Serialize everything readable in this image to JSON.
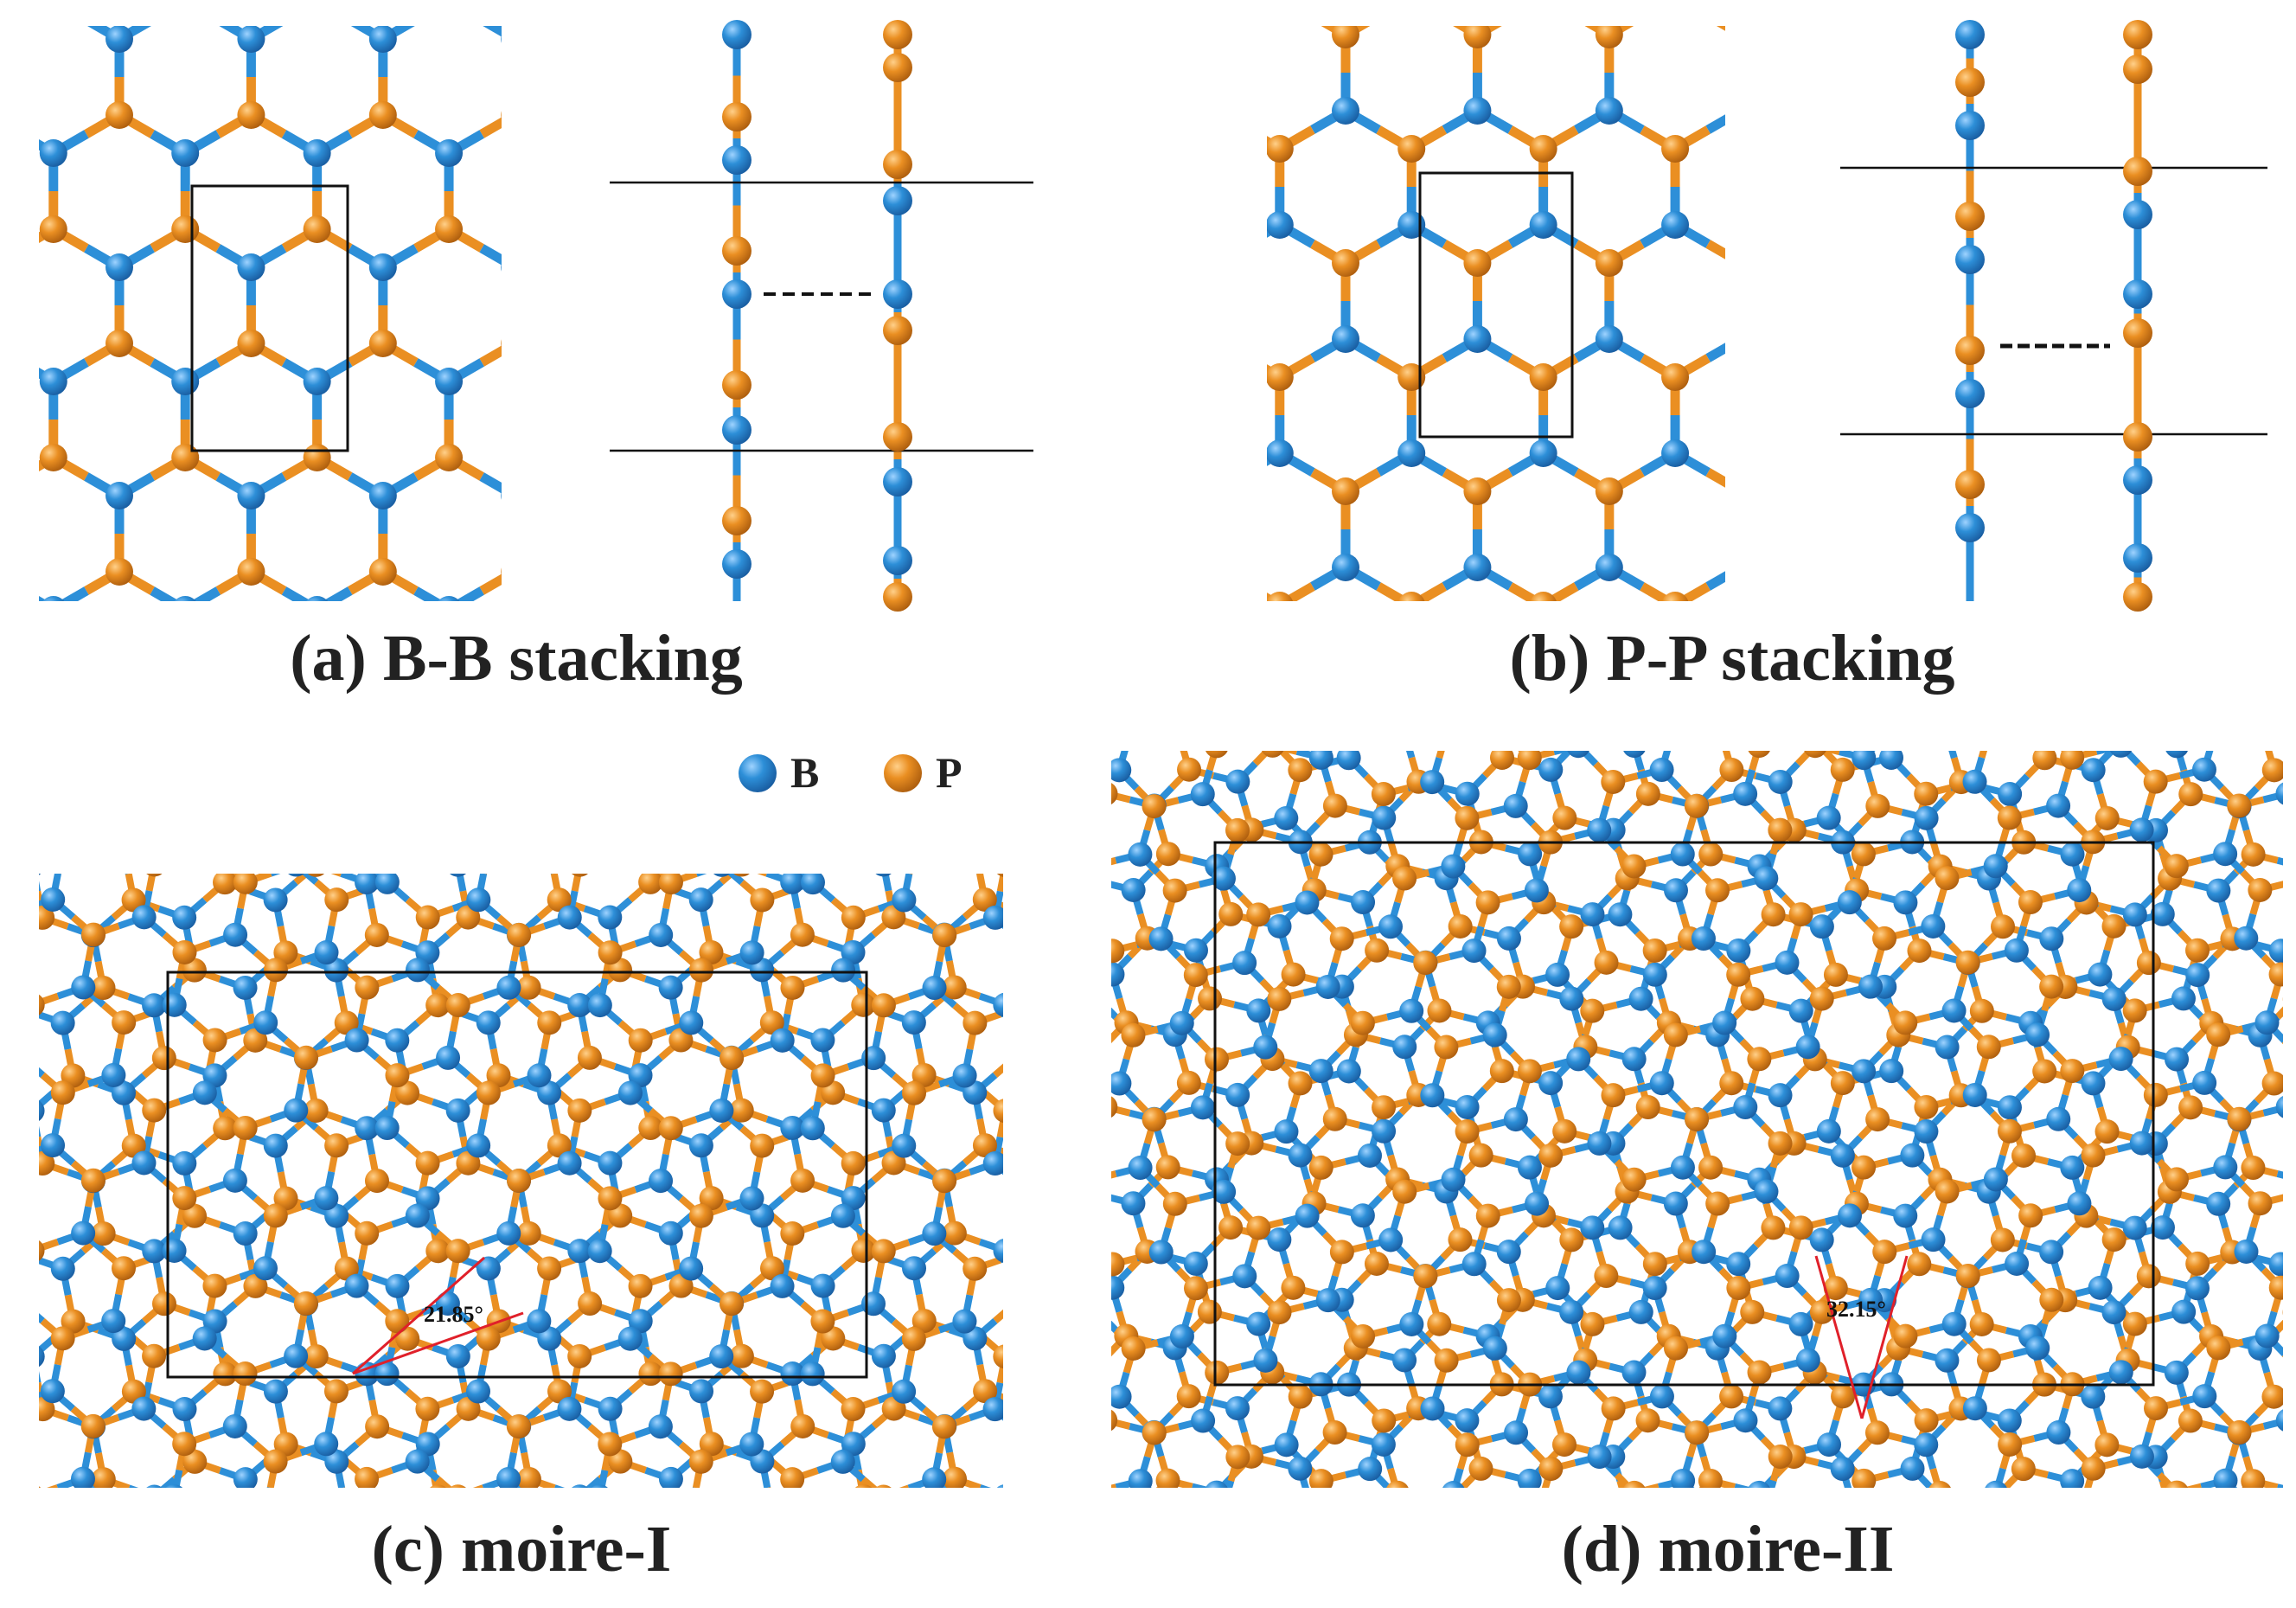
{
  "colors": {
    "boron": "#2d8fd8",
    "boron_highlight": "#9fd3ff",
    "boron_dark": "#1a5fa3",
    "phosphorus": "#ea8f22",
    "phosphorus_highlight": "#ffd08a",
    "phosphorus_dark": "#b0600f",
    "cell_line": "#111111",
    "angle_line": "#e0202a",
    "background": "#ffffff"
  },
  "panels": {
    "a": {
      "caption": "(a) B-B stacking"
    },
    "b": {
      "caption": "(b) P-P stacking"
    },
    "c": {
      "caption": "(c) moire-I",
      "angle_label": "21.85°",
      "angle_deg": 21.85
    },
    "d": {
      "caption": "(d) moire-II",
      "angle_label": "32.15°",
      "angle_deg": 32.15
    }
  },
  "legend": {
    "boron_label": "B",
    "phosphorus_label": "P",
    "boron_icon": "blue-sphere-icon",
    "phosphorus_icon": "orange-sphere-icon"
  }
}
